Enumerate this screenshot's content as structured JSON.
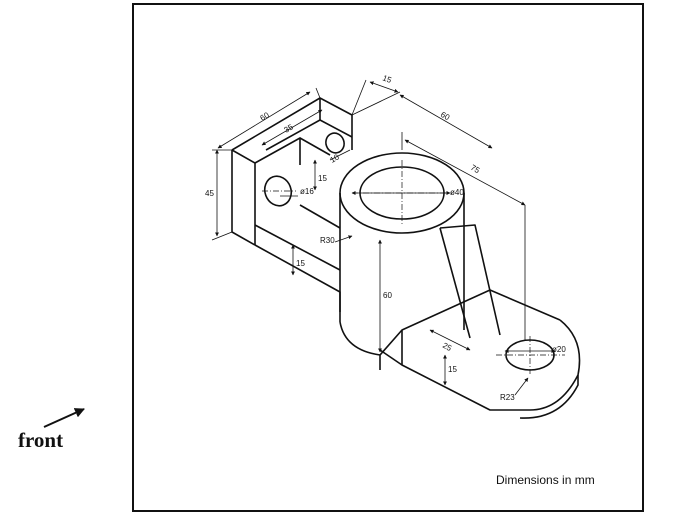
{
  "labels": {
    "front": "front",
    "units_note": "Dimensions in mm"
  },
  "dimensions": {
    "base_width": "60",
    "inner_width": "35",
    "flange_thickness": "15",
    "top_length": "60",
    "arm_length": "75",
    "hole_small": "ø16",
    "depth_15": "15",
    "rib_10": "10",
    "boss_dia": "ø40",
    "boss_radius": "R30",
    "height_45": "45",
    "slot_15": "15",
    "boss_height": "60",
    "lug_25": "25",
    "lug_thick": "15",
    "lug_hole": "ø20",
    "lug_radius": "R23"
  },
  "colors": {
    "ink": "#111111",
    "paper": "#ffffff"
  }
}
